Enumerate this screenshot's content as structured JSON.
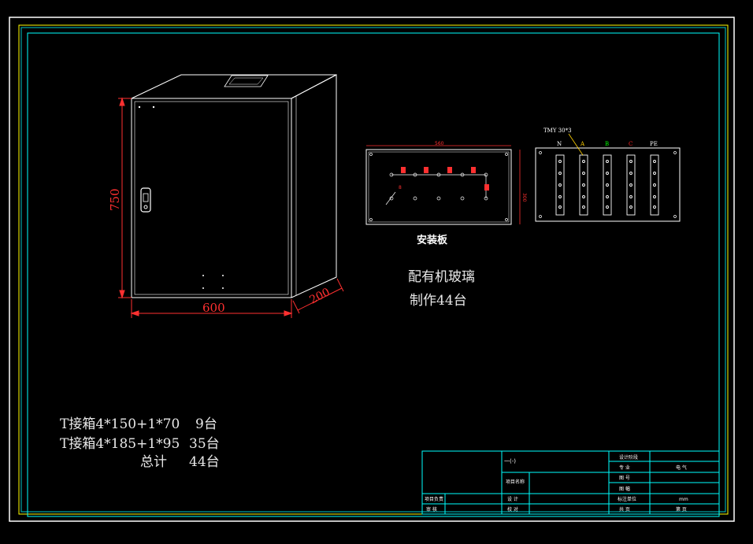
{
  "colors": {
    "background": "#000000",
    "sheet_frame": "#ffffff",
    "inner_frame": "#ffff00",
    "inner_frame_2": "#00c8c8",
    "dimension": "#ff3030",
    "title_block": "#00ffff",
    "busbar_a": "#ffd000",
    "busbar_b": "#00ff00",
    "busbar_c": "#ff2020"
  },
  "cabinet": {
    "height_dim": "750",
    "width_dim": "600",
    "depth_dim": "200"
  },
  "plate": {
    "label": "安装板",
    "top_dim": "560",
    "side_dim": "300",
    "hole_dim": "8"
  },
  "busbar": {
    "spec": "TMY 30*3",
    "phases": [
      "N",
      "A",
      "B",
      "C",
      "PE"
    ]
  },
  "glass_note": {
    "line1": "配有机玻璃",
    "line2": "制作44台"
  },
  "summary": {
    "rows": [
      {
        "name": "T接箱4*150+1*70",
        "qty": "9台"
      },
      {
        "name": "T接箱4*185+1*95",
        "qty": "35台"
      },
      {
        "name": "总计",
        "qty": "44台"
      }
    ]
  },
  "title_block": {
    "drawing_name": "一(-)",
    "project_name": "项目名称",
    "project_lead": "项目负责",
    "review": "审 核",
    "design": "设 计",
    "check": "校 对",
    "design_stage_label": "设计阶段",
    "major_label": "专 业",
    "major_value": "电 气",
    "drawing_no_label": "图 号",
    "scale_label": "图 幅",
    "standard_label": "标注单位",
    "standard_value": "mm",
    "total_sheets": "共 页",
    "sheet_no": "第 页"
  }
}
